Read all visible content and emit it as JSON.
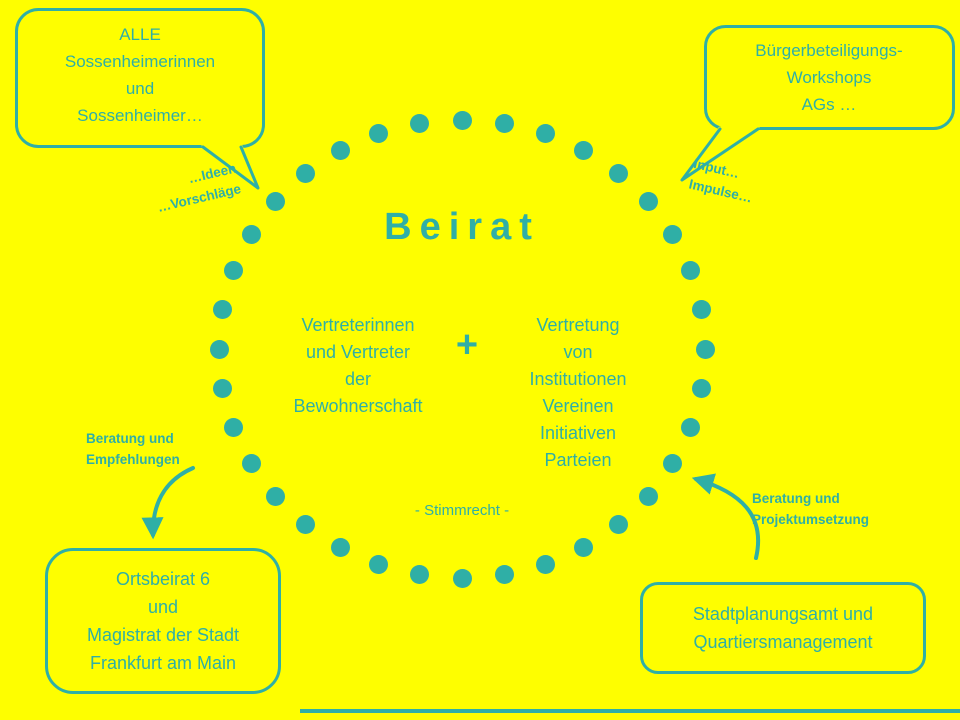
{
  "colors": {
    "background": "#FEFE00",
    "teal": "#2FAFA6"
  },
  "circle": {
    "title": "Beirat",
    "plus": "+",
    "stimmrecht": "- Stimmrecht -",
    "left_column": {
      "lines": [
        "Vertreterinnen",
        "und Vertreter",
        "der",
        "Bewohnerschaft"
      ]
    },
    "right_column": {
      "lines": [
        "Vertretung",
        "von",
        "Institutionen",
        "Vereinen",
        "Initiativen",
        "Parteien"
      ]
    }
  },
  "bubbles": {
    "top_left": {
      "lines": [
        "ALLE",
        "Sossenheimerinnen",
        "und",
        "Sossenheimer…"
      ]
    },
    "top_right": {
      "lines": [
        "Bürgerbeteiligungs-",
        "Workshops",
        "AGs …"
      ]
    },
    "bottom_left": {
      "lines": [
        "Ortsbeirat 6",
        "und",
        "Magistrat der Stadt",
        "Frankfurt am Main"
      ]
    },
    "bottom_right": {
      "lines": [
        "Stadtplanungsamt und",
        "Quartiersmanagement"
      ]
    }
  },
  "annotations": {
    "ideen": {
      "lines": [
        "…Ideen",
        "…Vorschläge"
      ]
    },
    "impulse": {
      "lines": [
        "Input…",
        "Impulse…"
      ]
    },
    "beratung_left": {
      "lines": [
        "Beratung und",
        "Empfehlungen"
      ]
    },
    "beratung_right": {
      "lines": [
        "Beratung und",
        "Projektumsetzung"
      ]
    }
  }
}
